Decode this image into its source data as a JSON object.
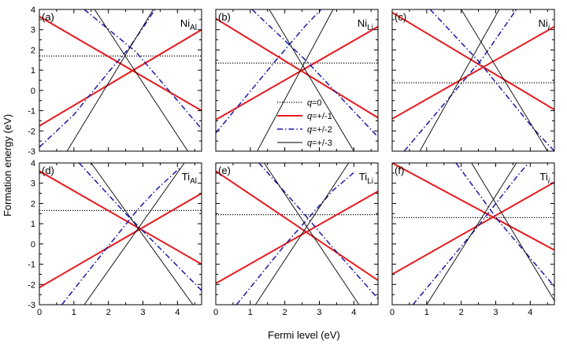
{
  "figure": {
    "ylabel": "Formation energy (eV)",
    "xlabel": "Fermi level (eV)",
    "legend": [
      "q=0",
      "q=+/-1",
      "q=+/-2",
      "q=+/-3"
    ],
    "legend_panel": "b",
    "x_ticks": [
      "0",
      "1",
      "2",
      "3",
      "4"
    ],
    "y_ticks": [
      "-3",
      "-2",
      "-1",
      "0",
      "1",
      "2",
      "3",
      "4"
    ],
    "colors": {
      "q0": "#000000",
      "q1": "#e8191c",
      "q2": "#1a1aa6",
      "q3": "#000000"
    }
  },
  "chart_data": [
    {
      "type": "line",
      "panel": "a",
      "label": "(a)",
      "defect": "Ni",
      "site": "Al",
      "site_italic": false,
      "xlim": [
        0,
        4.7
      ],
      "ylim": [
        -3,
        4
      ],
      "series": [
        {
          "name": "q=0",
          "style": "dotted",
          "points": [
            [
              0,
              1.7
            ],
            [
              4.7,
              1.7
            ]
          ]
        },
        {
          "name": "q=+/-1",
          "style": "solid-red",
          "points": [
            [
              0,
              -1.75
            ],
            [
              4.7,
              3.0
            ]
          ]
        },
        {
          "name": "q=+/-1",
          "style": "solid-red",
          "points": [
            [
              0,
              3.65
            ],
            [
              4.7,
              -1.0
            ]
          ]
        },
        {
          "name": "q=+/-2",
          "style": "dashdot",
          "points": [
            [
              0,
              -2.8
            ],
            [
              1.0,
              -1.2
            ],
            [
              2.0,
              0.9
            ],
            [
              2.6,
              2.1
            ],
            [
              3.1,
              3.35
            ],
            [
              3.35,
              4.0
            ]
          ]
        },
        {
          "name": "q=+/-2",
          "style": "dashdot",
          "points": [
            [
              1.3,
              4.0
            ],
            [
              2.8,
              1.9
            ],
            [
              4.7,
              -1.9
            ]
          ]
        },
        {
          "name": "q=+/-3",
          "style": "thin",
          "points": [
            [
              0.8,
              -3.0
            ],
            [
              3.3,
              4.0
            ]
          ]
        },
        {
          "name": "q=+/-3",
          "style": "thin",
          "points": [
            [
              1.6,
              4.0
            ],
            [
              4.3,
              -3.0
            ]
          ]
        }
      ]
    },
    {
      "type": "line",
      "panel": "b",
      "label": "(b)",
      "defect": "Ni",
      "site": "Li",
      "site_italic": false,
      "xlim": [
        0,
        4.7
      ],
      "ylim": [
        -3,
        4
      ],
      "series": [
        {
          "name": "q=0",
          "style": "dotted",
          "points": [
            [
              0,
              1.35
            ],
            [
              4.7,
              1.35
            ]
          ]
        },
        {
          "name": "q=+/-1",
          "style": "solid-red",
          "points": [
            [
              0,
              -1.45
            ],
            [
              4.7,
              3.15
            ]
          ]
        },
        {
          "name": "q=+/-1",
          "style": "solid-red",
          "points": [
            [
              0,
              3.55
            ],
            [
              4.7,
              -1.35
            ]
          ]
        },
        {
          "name": "q=+/-2",
          "style": "dashdot",
          "points": [
            [
              0,
              -2.1
            ],
            [
              1.7,
              1.4
            ],
            [
              2.6,
              3.2
            ],
            [
              3.05,
              4.0
            ]
          ]
        },
        {
          "name": "q=+/-2",
          "style": "dashdot",
          "points": [
            [
              1.05,
              4.0
            ],
            [
              2.6,
              1.5
            ],
            [
              4.7,
              -2.3
            ]
          ]
        },
        {
          "name": "q=+/-3",
          "style": "thin",
          "points": [
            [
              1.2,
              -3.0
            ],
            [
              3.4,
              4.0
            ]
          ]
        },
        {
          "name": "q=+/-3",
          "style": "thin",
          "points": [
            [
              1.55,
              4.0
            ],
            [
              4.0,
              -3.0
            ]
          ]
        }
      ]
    },
    {
      "type": "line",
      "panel": "c",
      "label": "(c)",
      "defect": "Ni",
      "site": "i",
      "site_italic": true,
      "xlim": [
        0,
        4.7
      ],
      "ylim": [
        -3,
        4
      ],
      "series": [
        {
          "name": "q=0",
          "style": "dotted",
          "points": [
            [
              0,
              0.38
            ],
            [
              4.7,
              0.38
            ]
          ]
        },
        {
          "name": "q=+/-1",
          "style": "solid-red",
          "points": [
            [
              0,
              -1.4
            ],
            [
              4.7,
              3.15
            ]
          ]
        },
        {
          "name": "q=+/-1",
          "style": "solid-red",
          "points": [
            [
              0,
              3.85
            ],
            [
              4.7,
              -0.95
            ]
          ]
        },
        {
          "name": "q=+/-2",
          "style": "dashdot",
          "points": [
            [
              0.35,
              -3.0
            ],
            [
              2.6,
              1.55
            ],
            [
              3.6,
              4.0
            ]
          ]
        },
        {
          "name": "q=+/-2",
          "style": "dashdot",
          "points": [
            [
              1.1,
              4.0
            ],
            [
              2.5,
              1.45
            ],
            [
              4.1,
              -1.9
            ],
            [
              4.7,
              -3.0
            ]
          ]
        },
        {
          "name": "q=+/-3",
          "style": "thin",
          "points": [
            [
              0.8,
              -3.0
            ],
            [
              3.1,
              4.0
            ]
          ]
        },
        {
          "name": "q=+/-3",
          "style": "thin",
          "points": [
            [
              2.0,
              4.0
            ],
            [
              4.5,
              -3.0
            ]
          ]
        }
      ]
    },
    {
      "type": "line",
      "panel": "d",
      "label": "(d)",
      "defect": "Ti",
      "site": "Al",
      "site_italic": false,
      "xlim": [
        0,
        4.7
      ],
      "ylim": [
        -3,
        4
      ],
      "series": [
        {
          "name": "q=0",
          "style": "dotted",
          "points": [
            [
              0,
              1.65
            ],
            [
              4.7,
              1.65
            ]
          ]
        },
        {
          "name": "q=+/-1",
          "style": "solid-red",
          "points": [
            [
              0,
              -2.15
            ],
            [
              4.7,
              2.5
            ]
          ]
        },
        {
          "name": "q=+/-1",
          "style": "solid-red",
          "points": [
            [
              0,
              3.6
            ],
            [
              4.7,
              -1.0
            ]
          ]
        },
        {
          "name": "q=+/-2",
          "style": "dashdot",
          "points": [
            [
              0.65,
              -3.0
            ],
            [
              2.0,
              -0.1
            ],
            [
              2.85,
              1.7
            ],
            [
              3.4,
              2.7
            ],
            [
              4.1,
              3.8
            ]
          ]
        },
        {
          "name": "q=+/-2",
          "style": "dashdot",
          "points": [
            [
              1.15,
              4.0
            ],
            [
              2.5,
              1.5
            ],
            [
              4.7,
              -2.3
            ]
          ]
        },
        {
          "name": "q=+/-3",
          "style": "thin",
          "points": [
            [
              1.3,
              -3.0
            ],
            [
              4.2,
              4.0
            ]
          ]
        },
        {
          "name": "q=+/-3",
          "style": "thin",
          "points": [
            [
              1.5,
              4.0
            ],
            [
              4.45,
              -3.0
            ]
          ]
        }
      ]
    },
    {
      "type": "line",
      "panel": "e",
      "label": "(e)",
      "defect": "Ti",
      "site": "Li",
      "site_italic": false,
      "xlim": [
        0,
        4.7
      ],
      "ylim": [
        -3,
        4
      ],
      "series": [
        {
          "name": "q=0",
          "style": "dotted",
          "points": [
            [
              0,
              1.45
            ],
            [
              4.7,
              1.45
            ]
          ]
        },
        {
          "name": "q=+/-1",
          "style": "solid-red",
          "points": [
            [
              0,
              -1.95
            ],
            [
              4.7,
              2.6
            ]
          ]
        },
        {
          "name": "q=+/-1",
          "style": "solid-red",
          "points": [
            [
              0,
              3.6
            ],
            [
              4.7,
              -1.8
            ]
          ]
        },
        {
          "name": "q=+/-2",
          "style": "dashdot",
          "points": [
            [
              0.6,
              -3.0
            ],
            [
              2.0,
              -0.05
            ],
            [
              2.9,
              1.7
            ],
            [
              3.4,
              2.65
            ],
            [
              4.05,
              3.6
            ]
          ]
        },
        {
          "name": "q=+/-2",
          "style": "dashdot",
          "points": [
            [
              1.25,
              4.0
            ],
            [
              2.5,
              1.6
            ],
            [
              3.3,
              0.0
            ],
            [
              4.7,
              -2.7
            ]
          ]
        },
        {
          "name": "q=+/-3",
          "style": "thin",
          "points": [
            [
              1.15,
              -3.0
            ],
            [
              3.85,
              4.0
            ]
          ]
        },
        {
          "name": "q=+/-3",
          "style": "thin",
          "points": [
            [
              1.4,
              4.0
            ],
            [
              4.15,
              -3.0
            ]
          ]
        }
      ]
    },
    {
      "type": "line",
      "panel": "f",
      "label": "(f)",
      "defect": "Ti",
      "site": "i",
      "site_italic": true,
      "xlim": [
        0,
        4.7
      ],
      "ylim": [
        -3,
        4
      ],
      "series": [
        {
          "name": "q=0",
          "style": "dotted",
          "points": [
            [
              0,
              1.3
            ],
            [
              4.7,
              1.3
            ]
          ]
        },
        {
          "name": "q=+/-1",
          "style": "solid-red",
          "points": [
            [
              0,
              -1.5
            ],
            [
              4.7,
              3.05
            ]
          ]
        },
        {
          "name": "q=+/-1",
          "style": "solid-red",
          "points": [
            [
              0,
              4.0
            ],
            [
              4.7,
              -0.3
            ]
          ]
        },
        {
          "name": "q=+/-2",
          "style": "dashdot",
          "points": [
            [
              0.6,
              -3.0
            ],
            [
              2.5,
              0.9
            ],
            [
              3.6,
              3.3
            ],
            [
              3.95,
              4.0
            ]
          ]
        },
        {
          "name": "q=+/-2",
          "style": "dashdot",
          "points": [
            [
              1.85,
              4.0
            ],
            [
              3.1,
              1.1
            ],
            [
              4.7,
              -2.1
            ]
          ]
        },
        {
          "name": "q=+/-3",
          "style": "thin",
          "points": [
            [
              1.0,
              -3.0
            ],
            [
              3.6,
              4.0
            ]
          ]
        },
        {
          "name": "q=+/-3",
          "style": "thin",
          "points": [
            [
              2.3,
              4.0
            ],
            [
              4.7,
              -2.8
            ]
          ]
        }
      ]
    }
  ]
}
